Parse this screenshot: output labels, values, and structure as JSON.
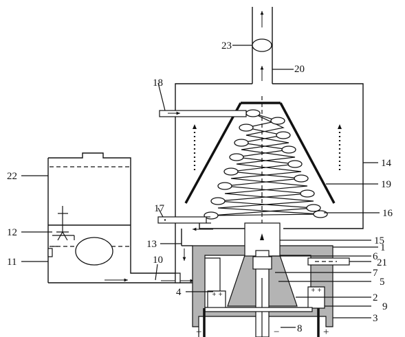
{
  "labels": {
    "l1": "1",
    "l2": "2",
    "l3": "3",
    "l4": "4",
    "l5": "5",
    "l6": "6",
    "l7": "7",
    "l8": "8",
    "l9": "9",
    "l10": "10",
    "l11": "11",
    "l12": "12",
    "l13": "13",
    "l14": "14",
    "l15": "15",
    "l16": "16",
    "l17": "17",
    "l18": "18",
    "l19": "19",
    "l20": "20",
    "l21": "21",
    "l22": "22",
    "l23": "23"
  },
  "signs": {
    "plus": "+",
    "minus": "−"
  }
}
